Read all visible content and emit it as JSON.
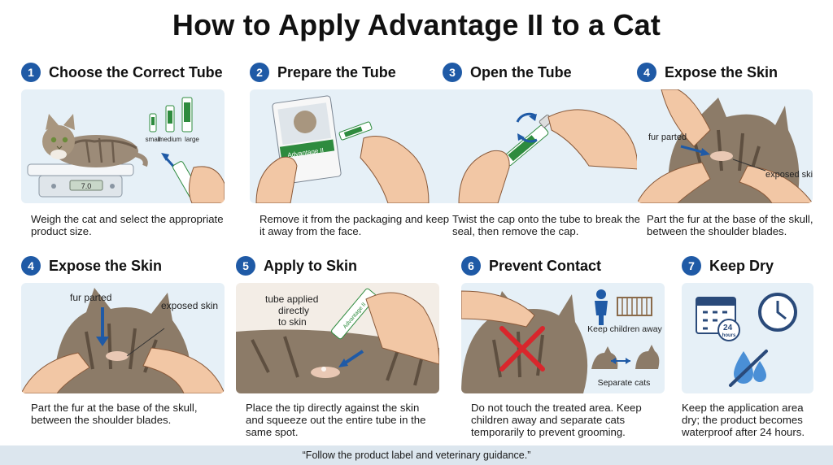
{
  "title": "How to Apply Advantage II to a Cat",
  "colors": {
    "accent": "#1f5aa6",
    "panel_bg": "#e6f0f7",
    "warning_red": "#d9262c",
    "product_green": "#2e8b3e"
  },
  "steps": [
    {
      "number": "1",
      "title": "Choose the Correct Tube",
      "description": "Weigh the cat and select the appropriate product size.",
      "illustration": {
        "sizes": [
          "small",
          "medium",
          "large"
        ],
        "scale_readout": "7.0",
        "icons": [
          "cat-icon",
          "scale-icon",
          "tube-icon",
          "hand-icon"
        ]
      }
    },
    {
      "number": "2",
      "title": "Prepare the Tube",
      "description": "Remove it from the packaging and keep it away from the face.",
      "illustration": {
        "package_label": "Advantage II",
        "icons": [
          "package-icon",
          "tube-icon",
          "hand-icon"
        ]
      }
    },
    {
      "number": "3",
      "title": "Open the Tube",
      "description": "Twist the cap onto the tube to break the seal, then remove the cap.",
      "illustration": {
        "icons": [
          "tube-icon",
          "twist-arrows-icon",
          "hand-icon"
        ]
      }
    },
    {
      "number": "4",
      "title": "Expose the Skin",
      "description": "Part the fur at the base of the skull, between the shoulder blades.",
      "illustration": {
        "labels": [
          "fur parted",
          "exposed skin"
        ],
        "icons": [
          "cat-neck-icon",
          "hand-icon",
          "arrow-icon"
        ]
      }
    },
    {
      "number": "4",
      "title": "Expose the Skin",
      "description": "Part the fur at the base of the skull, between the shoulder blades.",
      "illustration": {
        "labels": [
          "fur parted",
          "exposed skin"
        ],
        "icons": [
          "cat-neck-icon",
          "hand-icon",
          "arrow-icon"
        ]
      }
    },
    {
      "number": "5",
      "title": "Apply to Skin",
      "description": "Place the tip directly against the skin and squeeze out the entire tube in the same spot.",
      "illustration": {
        "labels": [
          "tube applied directly to skin"
        ],
        "tube_label": "Advantage II",
        "icons": [
          "tube-icon",
          "hand-icon",
          "arrow-icon"
        ]
      }
    },
    {
      "number": "6",
      "title": "Prevent Contact",
      "description": "Do not touch the treated area. Keep children away and separate cats temporarily to prevent grooming.",
      "illustration": {
        "labels": [
          "Keep children away",
          "Separate cats"
        ],
        "icons": [
          "cat-head-icon",
          "hand-icon",
          "red-x-icon",
          "child-icon",
          "crib-icon",
          "cats-icon"
        ]
      }
    },
    {
      "number": "7",
      "title": "Keep Dry",
      "description": "Keep the application area dry; the product becomes waterproof after 24 hours.",
      "illustration": {
        "labels": [
          "24 hours"
        ],
        "icons": [
          "calendar-icon",
          "clock-icon",
          "no-water-icon"
        ]
      }
    }
  ],
  "footer": "“Follow the product label and veterinary guidance.”"
}
